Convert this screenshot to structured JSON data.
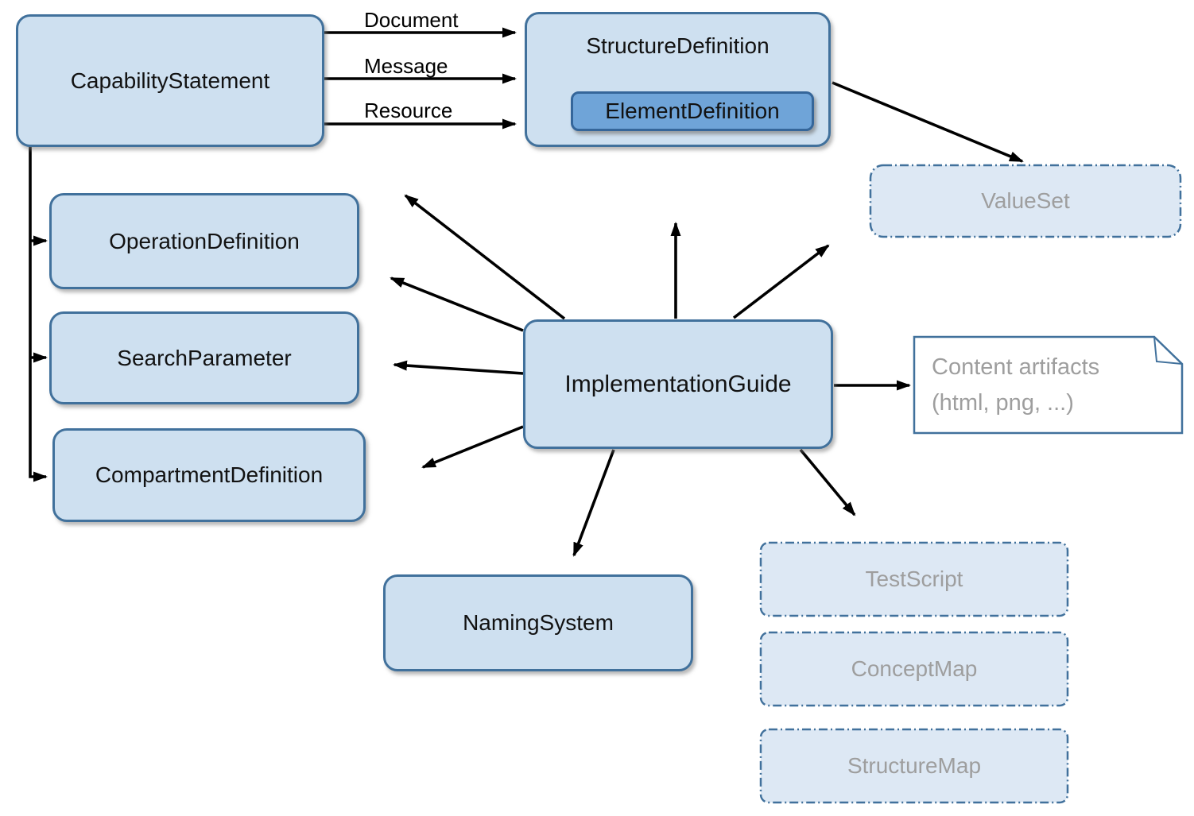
{
  "diagram": {
    "nodes": {
      "capability_statement": "CapabilityStatement",
      "structure_definition": "StructureDefinition",
      "element_definition": "ElementDefinition",
      "value_set": "ValueSet",
      "operation_definition": "OperationDefinition",
      "search_parameter": "SearchParameter",
      "compartment_definition": "CompartmentDefinition",
      "implementation_guide": "ImplementationGuide",
      "naming_system": "NamingSystem",
      "test_script": "TestScript",
      "concept_map": "ConceptMap",
      "structure_map": "StructureMap"
    },
    "note": {
      "line1": "Content artifacts",
      "line2": "(html, png, ...)"
    },
    "edge_labels": {
      "document": "Document",
      "message": "Message",
      "resource": "Resource"
    },
    "colors": {
      "node_fill": "#cee0f0",
      "node_border": "#41719c",
      "element_fill": "#6fa4d8",
      "element_border": "#35669a",
      "dashed_fill": "#dde8f4",
      "dashed_border": "#41719c",
      "note_border": "#41719c",
      "muted_text": "#9e9e9e",
      "text": "#121212",
      "arrow": "#000000"
    }
  }
}
